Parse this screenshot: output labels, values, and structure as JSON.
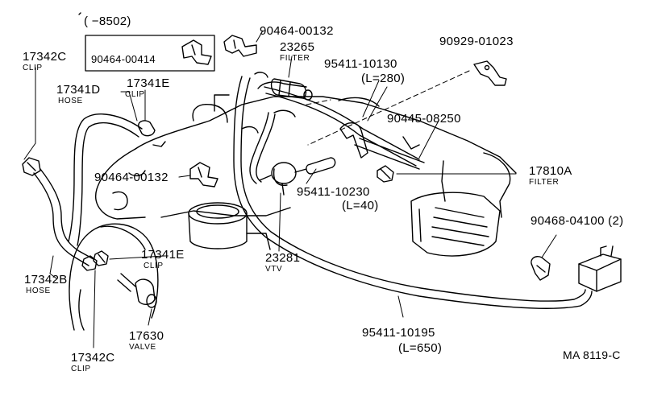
{
  "diagram": {
    "code": "MA 8119-C",
    "box": {
      "range": "(      −8502)",
      "part": "90464-00414"
    },
    "labels": {
      "p17342C_top": "17342C",
      "clip1": "CLIP",
      "p17341D": "17341D",
      "hose1": "HOSE",
      "p17341E_top": "17341E",
      "clip2": "CLIP",
      "p90464_00132_top": "90464-00132",
      "p23265": "23265",
      "filter1": "FILTER",
      "p95411_10130": "95411-10130",
      "len280": "(L=280)",
      "p90929_01023": "90929-01023",
      "p90445_08250": "90445-08250",
      "p17810A": "17810A",
      "filter2": "FILTER",
      "p90464_00132_mid": "90464-00132",
      "p95411_10230": "95411-10230",
      "len40": "(L=40)",
      "p90468_04100": "90468-04100 (2)",
      "p17341E_low": "17341E",
      "clip3": "CLIP",
      "p23281": "23281",
      "vtv": "VTV",
      "p17342B": "17342B",
      "hose2": "HOSE",
      "p17630": "17630",
      "valve": "VALVE",
      "p17342C_low": "17342C",
      "clip4": "CLIP",
      "p95411_10195": "95411-10195",
      "len650": "(L=650)"
    }
  }
}
